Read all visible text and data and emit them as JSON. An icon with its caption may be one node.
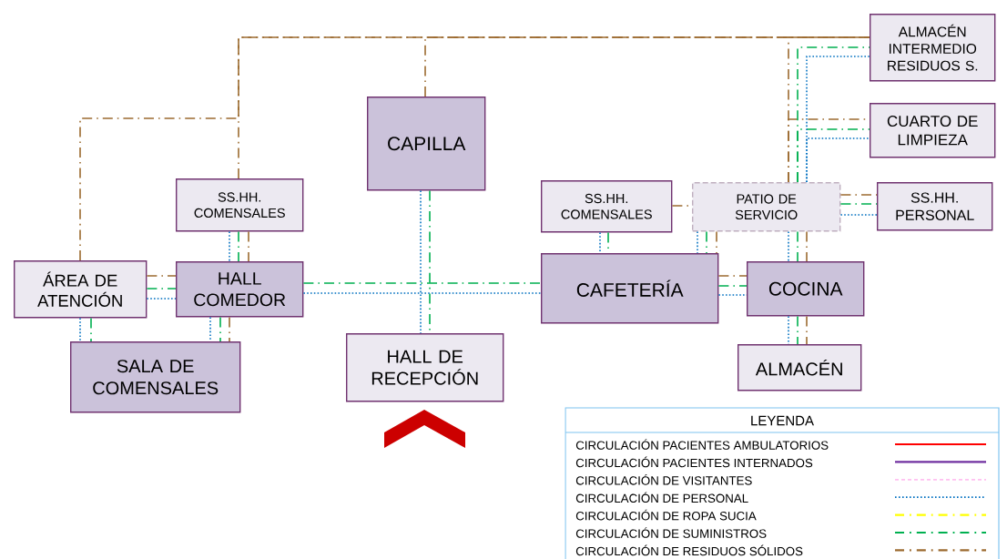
{
  "diagram": {
    "nodes": [
      {
        "text": [
          "ALMACÉN INTERMEDIO RESIDUOS S."
        ]
      },
      {
        "text": [
          "CAPILLA"
        ]
      },
      {
        "text": [
          "CUARTO DE LIMPIEZA"
        ]
      },
      {
        "text": [
          "SS.HH. COMENSALES"
        ]
      },
      {
        "text": [
          "SS.HH. COMENSALES"
        ]
      },
      {
        "text": [
          "PATIO DE SERVICIO"
        ]
      },
      {
        "text": [
          "SS.HH. PERSONAL"
        ]
      },
      {
        "text": [
          "ÁREA DE ATENCIÓN"
        ]
      },
      {
        "text": [
          "HALL COMEDOR"
        ]
      },
      {
        "text": [
          "CAFETERÍA"
        ]
      },
      {
        "text": [
          "COCINA"
        ]
      },
      {
        "text": [
          "SALA DE COMENSALES"
        ]
      },
      {
        "text": [
          "HALL DE RECEPCIÓN"
        ]
      },
      {
        "text": [
          "ALMACÉN"
        ]
      }
    ],
    "edges": [
      {
        "from": 3,
        "to": 0,
        "arrow": "none",
        "style": "dashed",
        "color": "#9c6b30"
      },
      {
        "from": 1,
        "to": 0,
        "arrow": "none",
        "style": "dashed",
        "color": "#9c6b30"
      },
      {
        "from": 7,
        "to": 0,
        "arrow": "none",
        "style": "dashed",
        "color": "#9c6b30"
      },
      {
        "from": 5,
        "to": 0,
        "arrow": "none",
        "style": "dashed",
        "color": "#9c6b30"
      },
      {
        "from": 5,
        "to": 2,
        "arrow": "none",
        "style": "dashed",
        "color": "#9c6b30"
      },
      {
        "from": 7,
        "to": 8,
        "arrow": "none",
        "style": "dashed",
        "color": "#9c6b30"
      },
      {
        "from": 3,
        "to": 8,
        "arrow": "none",
        "style": "dashed",
        "color": "#9c6b30"
      },
      {
        "from": 8,
        "to": 11,
        "arrow": "none",
        "style": "dashed",
        "color": "#9c6b30"
      },
      {
        "from": 4,
        "to": 5,
        "arrow": "none",
        "style": "dashed",
        "color": "#9c6b30"
      },
      {
        "from": 5,
        "to": 9,
        "arrow": "none",
        "style": "dashed",
        "color": "#9c6b30"
      },
      {
        "from": 5,
        "to": 6,
        "arrow": "none",
        "style": "dashed",
        "color": "#9c6b30"
      },
      {
        "from": 5,
        "to": 10,
        "arrow": "none",
        "style": "dashed",
        "color": "#9c6b30"
      },
      {
        "from": 9,
        "to": 10,
        "arrow": "none",
        "style": "dashed",
        "color": "#9c6b30"
      },
      {
        "from": 10,
        "to": 13,
        "arrow": "none",
        "style": "dashed",
        "color": "#9c6b30"
      },
      {
        "from": 7,
        "to": 8,
        "arrow": "none",
        "style": "dashed",
        "color": "#00b050"
      },
      {
        "from": 7,
        "to": 11,
        "arrow": "none",
        "style": "dashed",
        "color": "#00b050"
      },
      {
        "from": 3,
        "to": 8,
        "arrow": "none",
        "style": "dashed",
        "color": "#00b050"
      },
      {
        "from": 8,
        "to": 11,
        "arrow": "none",
        "style": "dashed",
        "color": "#00b050"
      },
      {
        "from": 8,
        "to": 9,
        "arrow": "none",
        "style": "dashed",
        "color": "#00b050"
      },
      {
        "from": 1,
        "to": 12,
        "arrow": "none",
        "style": "dashed",
        "color": "#00b050"
      },
      {
        "from": 4,
        "to": 9,
        "arrow": "none",
        "style": "dashed",
        "color": "#00b050"
      },
      {
        "from": 5,
        "to": 9,
        "arrow": "none",
        "style": "dashed",
        "color": "#00b050"
      },
      {
        "from": 5,
        "to": 0,
        "arrow": "none",
        "style": "dashed",
        "color": "#00b050"
      },
      {
        "from": 5,
        "to": 2,
        "arrow": "none",
        "style": "dashed",
        "color": "#00b050"
      },
      {
        "from": 5,
        "to": 6,
        "arrow": "none",
        "style": "dashed",
        "color": "#00b050"
      },
      {
        "from": 5,
        "to": 10,
        "arrow": "none",
        "style": "dashed",
        "color": "#00b050"
      },
      {
        "from": 9,
        "to": 10,
        "arrow": "none",
        "style": "dashed",
        "color": "#00b050"
      },
      {
        "from": 10,
        "to": 13,
        "arrow": "none",
        "style": "dashed",
        "color": "#00b050"
      },
      {
        "from": 7,
        "to": 8,
        "arrow": "none",
        "style": "dashed",
        "color": "#0070c0"
      },
      {
        "from": 7,
        "to": 11,
        "arrow": "none",
        "style": "dashed",
        "color": "#0070c0"
      },
      {
        "from": 3,
        "to": 8,
        "arrow": "none",
        "style": "dashed",
        "color": "#0070c0"
      },
      {
        "from": 8,
        "to": 11,
        "arrow": "none",
        "style": "dashed",
        "color": "#0070c0"
      },
      {
        "from": 8,
        "to": 9,
        "arrow": "none",
        "style": "dashed",
        "color": "#0070c0"
      },
      {
        "from": 1,
        "to": 12,
        "arrow": "none",
        "style": "dashed",
        "color": "#0070c0"
      },
      {
        "from": 4,
        "to": 9,
        "arrow": "none",
        "style": "dashed",
        "color": "#0070c0"
      },
      {
        "from": 5,
        "to": 9,
        "arrow": "none",
        "style": "dashed",
        "color": "#0070c0"
      },
      {
        "from": 5,
        "to": 0,
        "arrow": "none",
        "style": "dashed",
        "color": "#0070c0"
      },
      {
        "from": 5,
        "to": 2,
        "arrow": "none",
        "style": "dashed",
        "color": "#0070c0"
      },
      {
        "from": 5,
        "to": 6,
        "arrow": "none",
        "style": "dashed",
        "color": "#0070c0"
      },
      {
        "from": 5,
        "to": 10,
        "arrow": "none",
        "style": "dashed",
        "color": "#0070c0"
      },
      {
        "from": 9,
        "to": 10,
        "arrow": "none",
        "style": "dashed",
        "color": "#0070c0"
      },
      {
        "from": 10,
        "to": 13,
        "arrow": "none",
        "style": "dashed",
        "color": "#0070c0"
      }
    ],
    "labels": [
      "LEYENDA"
    ],
    "legend": [
      {
        "text": "CIRCULACIÓN PACIENTES AMBULATORIOS"
      },
      {
        "text": "CIRCULACIÓN PACIENTES INTERNADOS"
      },
      {
        "text": "CIRCULACIÓN DE VISITANTES"
      },
      {
        "text": "CIRCULACIÓN DE PERSONAL"
      },
      {
        "text": "CIRCULACIÓN DE ROPA SUCIA"
      },
      {
        "text": "CIRCULACIÓN DE SUMINISTROS"
      },
      {
        "text": "CIRCULACIÓN DE RESIDUOS SÓLIDOS"
      }
    ]
  }
}
